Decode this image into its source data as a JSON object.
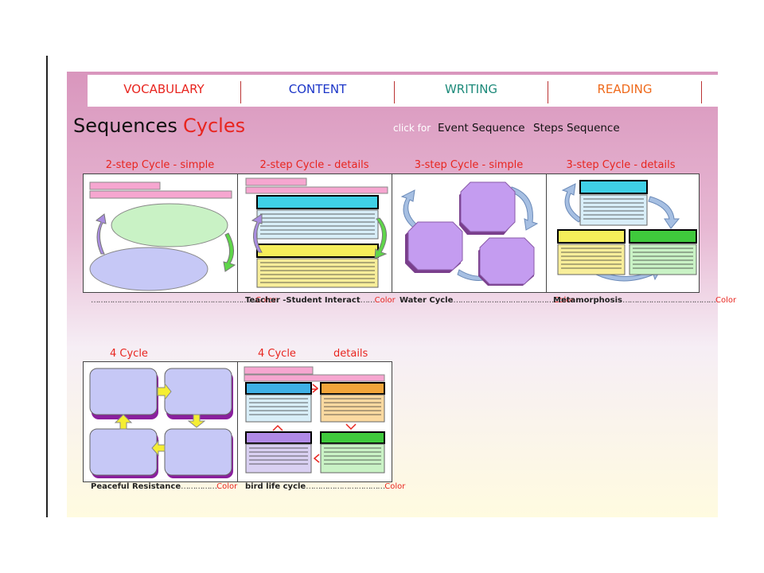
{
  "nav": {
    "items": [
      {
        "label": "VOCABULARY",
        "color": "#e8251f"
      },
      {
        "label": "CONTENT",
        "color": "#1c36c8"
      },
      {
        "label": "WRITING",
        "color": "#1d8a7a"
      },
      {
        "label": "READING",
        "color": "#ef6a1c"
      }
    ]
  },
  "header": {
    "title_part1": "Sequences",
    "title_part2": "Cycles",
    "click_for": "click for",
    "links": [
      "Event Sequence",
      "Steps Sequence"
    ]
  },
  "row1": [
    {
      "title": "2-step Cycle - simple",
      "caption": "",
      "dots": "……………………………………………………………",
      "color_link": "Color"
    },
    {
      "title": "2-step Cycle - details",
      "caption": "Teacher -Student Interact",
      "dots": "……",
      "color_link": "Color"
    },
    {
      "title": "3-step Cycle - simple",
      "caption": "Water Cycle",
      "dots": "……………………………………",
      "color_link": "Color"
    },
    {
      "title": "3-step Cycle - details",
      "caption": "Metamorphosis",
      "dots": "…………………………………",
      "color_link": "Color"
    }
  ],
  "row2": [
    {
      "title": "4 Cycle",
      "caption": "Peaceful Resistance",
      "dots": "……………",
      "color_link": "Color"
    },
    {
      "title": "4 Cycle",
      "title_extra": "details",
      "caption": "bird life cycle",
      "dots": "……………………………",
      "color_link": "Color"
    }
  ],
  "colors": {
    "accent_red": "#e8251f",
    "panel_top": "#d996bd",
    "panel_bottom": "#fffbe0"
  }
}
